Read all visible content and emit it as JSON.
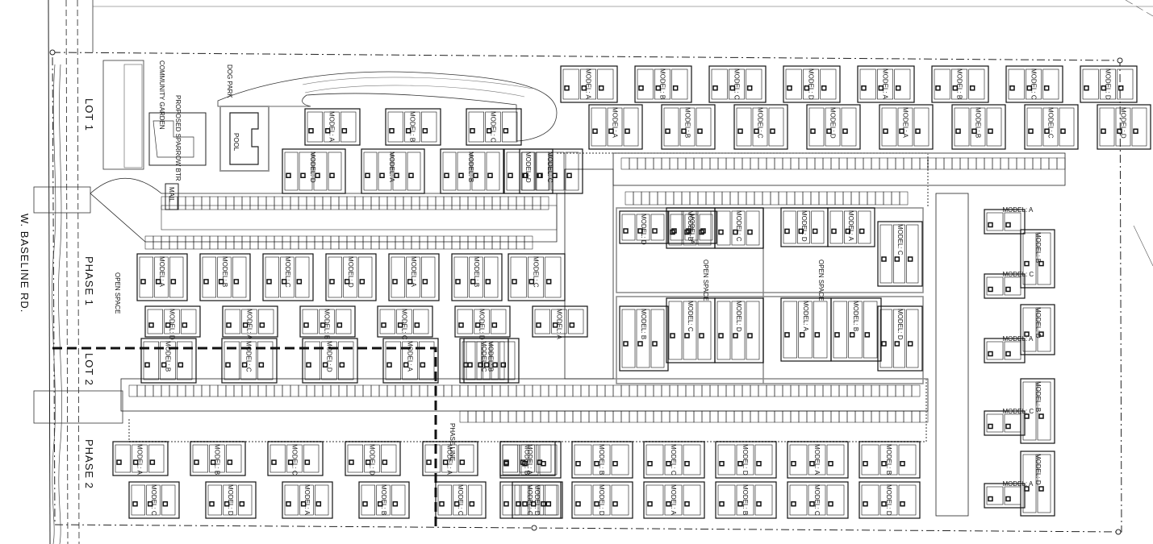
{
  "road": {
    "name": "W. BASELINE RD."
  },
  "lots": {
    "lot1": "LOT 1",
    "lot2": "LOT 2"
  },
  "phases": {
    "phase1": "PHASE 1",
    "phase2": "PHASE 2",
    "phase_line": "PHASE LINE"
  },
  "amenities": {
    "dog_park": "DOG PARK",
    "community_garden": "COMMUNITY GARDEN",
    "pool": "POOL",
    "proposed_building": "PROPOSED SPARROW BTR",
    "mail": "MAIL",
    "open_space_left": "OPEN SPACE",
    "open_space_1": "OPEN SPACE",
    "open_space_2": "OPEN SPACE"
  },
  "model_prefix": "MODEL:",
  "model_types": [
    "A",
    "B",
    "C",
    "D"
  ],
  "colors": {
    "linework": "#111111",
    "walkway": "#9a9a9a",
    "background": "#ffffff"
  }
}
